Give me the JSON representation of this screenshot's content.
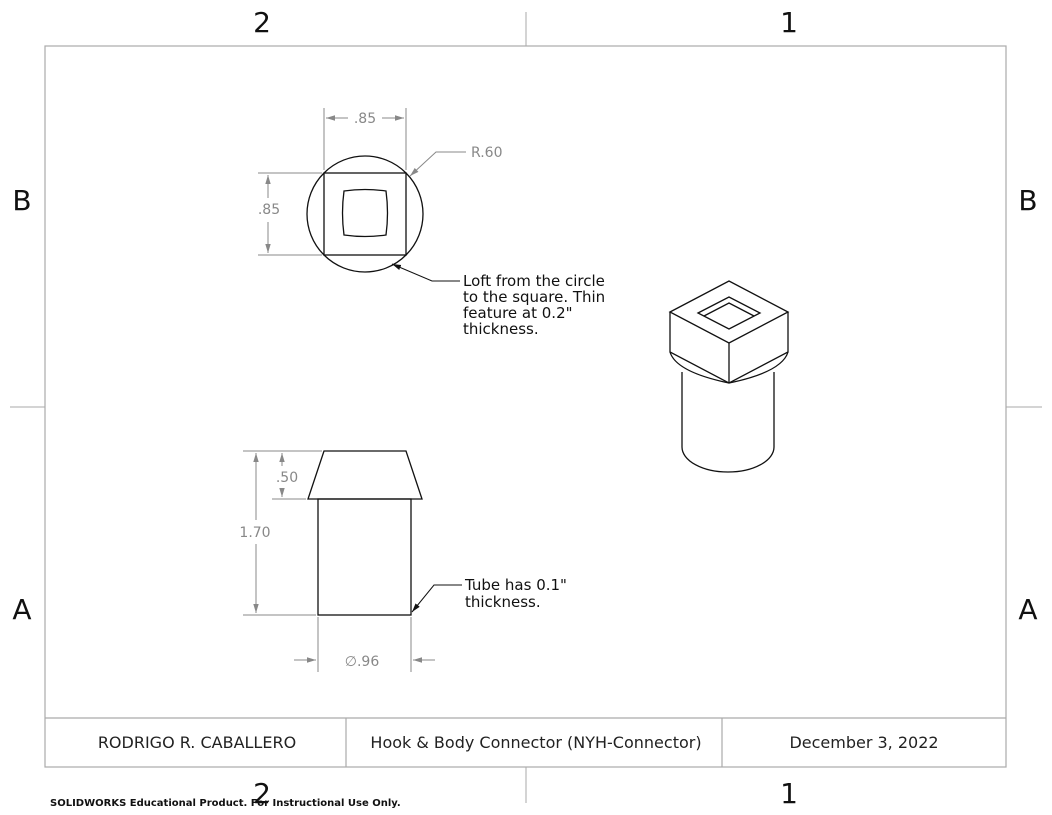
{
  "sheet": {
    "zone_labels": {
      "col_left": "2",
      "col_right": "1",
      "row_top": "B",
      "row_bottom": "A"
    }
  },
  "top_view": {
    "dim_width": ".85",
    "dim_height": ".85",
    "dim_radius": "R.60",
    "note_lines": [
      "Loft from the circle",
      "to the square. Thin",
      "feature at 0.2\"",
      "thickness."
    ]
  },
  "front_view": {
    "dim_head_height": ".50",
    "dim_total_height": "1.70",
    "dim_diameter": "∅.96",
    "note_lines": [
      "Tube has 0.1\"",
      "thickness."
    ]
  },
  "title_block": {
    "author": "RODRIGO R. CABALLERO",
    "title": "Hook & Body Connector (NYH-Connector)",
    "date": "December 3, 2022"
  },
  "footer": "SOLIDWORKS Educational Product. For Instructional Use Only."
}
